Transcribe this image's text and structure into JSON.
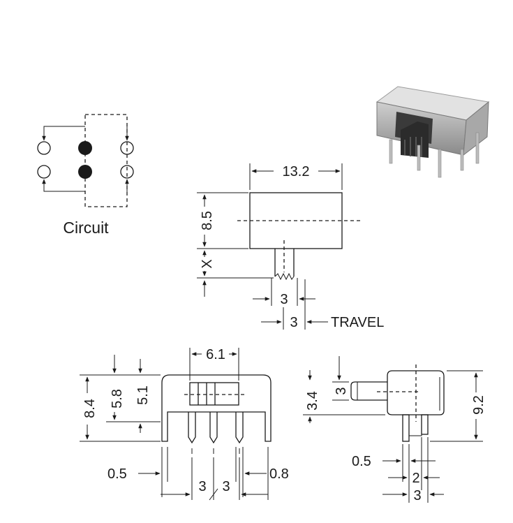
{
  "circuit": {
    "label": "Circuit"
  },
  "top_view": {
    "width": "13.2",
    "height": "8.5",
    "x_label": "X",
    "pin": "3",
    "travel": "3",
    "travel_label": "TRAVEL"
  },
  "front_view": {
    "d1": "6.1",
    "d2": "8.4",
    "d3": "5.8",
    "d4": "5.1",
    "d5": "0.5",
    "d6": "0.8",
    "d7": "3",
    "d8": "3"
  },
  "side_view": {
    "d1": "3",
    "d2": "3.4",
    "d3": "9.2",
    "d4": "0.5",
    "d5": "2",
    "d6": "3"
  },
  "colors": {
    "line": "#1a1a1a",
    "switch_body": "#8a8a8a",
    "switch_actuator": "#2b2b2b",
    "background": "#ffffff"
  }
}
